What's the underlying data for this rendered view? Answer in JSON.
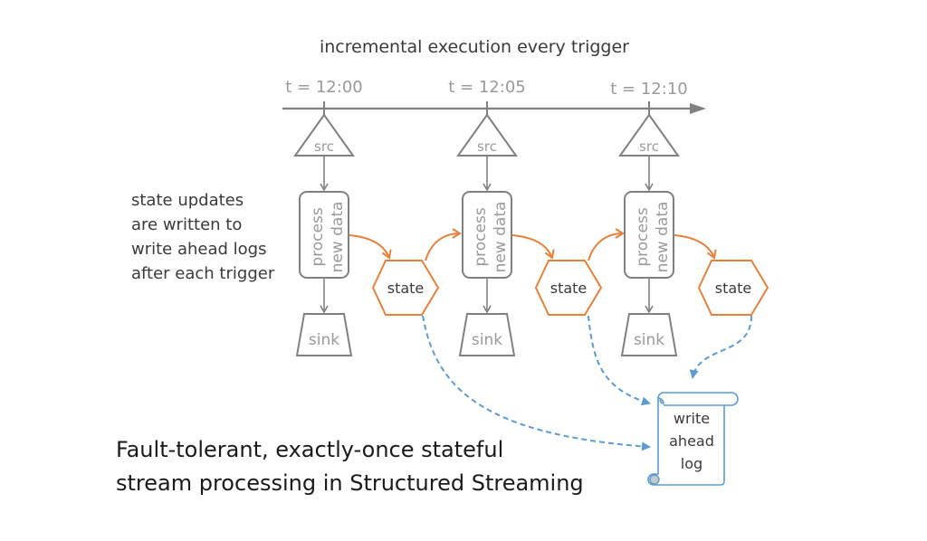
{
  "diagram": {
    "title": "incremental execution every trigger",
    "triggers": [
      {
        "time_label": "t = 12:00",
        "source_label": "src",
        "process_label_1": "process",
        "process_label_2": "new data",
        "sink_label": "sink",
        "state_label": "state"
      },
      {
        "time_label": "t = 12:05",
        "source_label": "src",
        "process_label_1": "process",
        "process_label_2": "new data",
        "sink_label": "sink",
        "state_label": "state"
      },
      {
        "time_label": "t = 12:10",
        "source_label": "src",
        "process_label_1": "process",
        "process_label_2": "new data",
        "sink_label": "sink",
        "state_label": "state"
      }
    ],
    "side_note": [
      "state updates",
      "are written to",
      "write ahead logs",
      "after each trigger"
    ],
    "wal_label": [
      "write",
      "ahead",
      "log"
    ],
    "caption": [
      "Fault-tolerant, exactly-once stateful",
      "stream processing in Structured Streaming"
    ],
    "colors": {
      "gray": "#808080",
      "orange": "#e8803a",
      "blue": "#5b9bd5",
      "text": "#3a3a3a"
    }
  }
}
